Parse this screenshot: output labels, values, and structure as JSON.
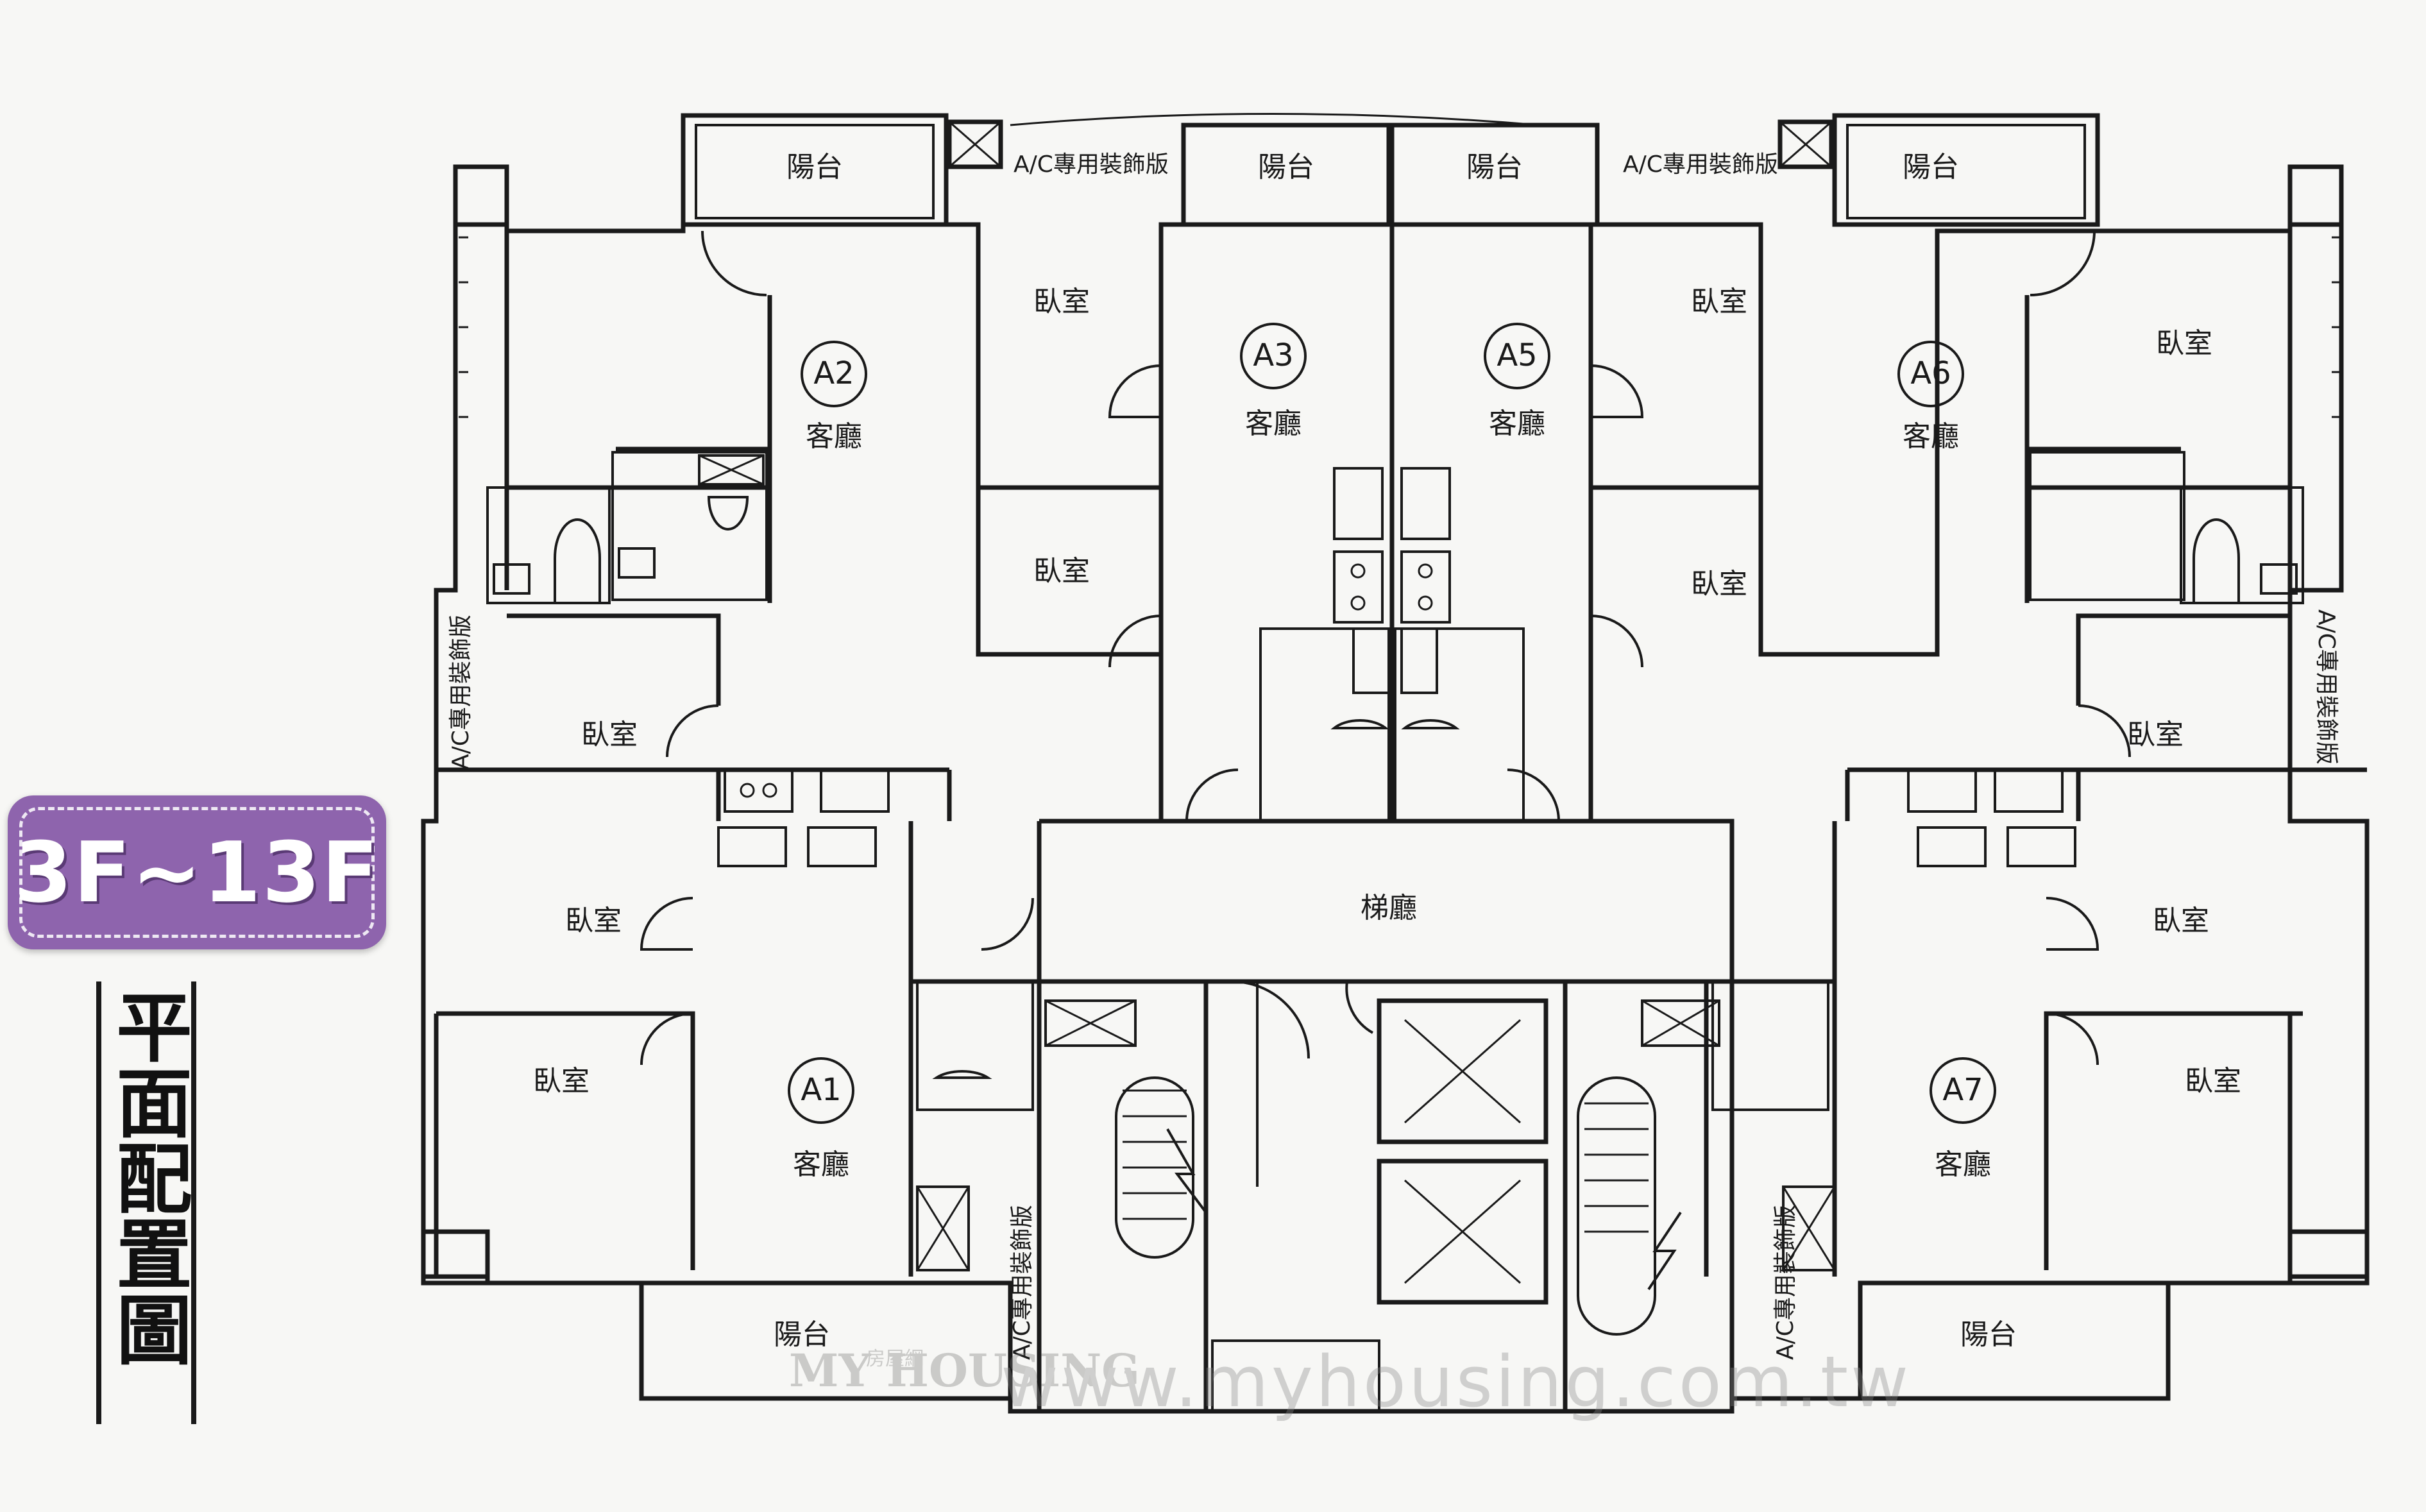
{
  "floors_badge": "3F~13F",
  "plan_title": "平面配置圖",
  "labels": {
    "balcony": "陽台",
    "bedroom": "臥室",
    "living_room": "客廳",
    "elevator_lobby": "梯廳",
    "ac_panel": "A/C專用裝飾版"
  },
  "units": [
    "A1",
    "A2",
    "A3",
    "A5",
    "A6",
    "A7"
  ],
  "watermark": {
    "logo": "MY HOUSING",
    "logo_sub": "房屋網",
    "url": "www.myhousing.com.tw"
  },
  "colors": {
    "badge": "#8e64ad",
    "line": "#1a1a1a",
    "background": "#f7f7f5"
  }
}
